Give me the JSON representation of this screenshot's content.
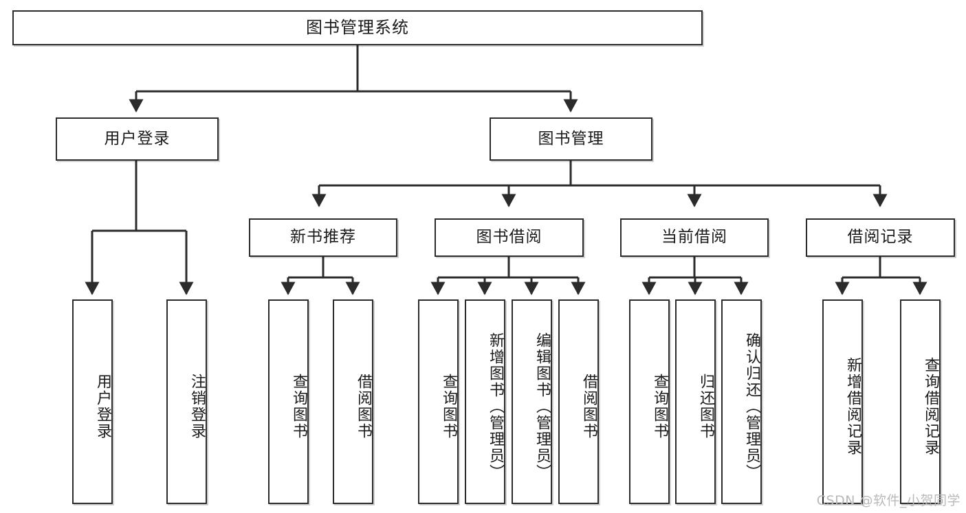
{
  "diagram": {
    "type": "tree",
    "title": "图书管理系统",
    "orientation": "top-down",
    "watermark": "CSDN @软件_小贺同学",
    "colors": {
      "stroke": "#2b2b2b",
      "fill": "#ffffff",
      "text": "#1a1a1a",
      "watermark": "#b9b9b9"
    },
    "nodes": {
      "root": {
        "label": "图书管理系统"
      },
      "level2": [
        {
          "id": "user-login",
          "label": "用户登录"
        },
        {
          "id": "book-manage",
          "label": "图书管理"
        }
      ],
      "level3": [
        {
          "id": "new-book-rec",
          "label": "新书推荐"
        },
        {
          "id": "book-borrow",
          "label": "图书借阅"
        },
        {
          "id": "current-borrow",
          "label": "当前借阅"
        },
        {
          "id": "borrow-record",
          "label": "借阅记录"
        }
      ],
      "leaves": {
        "user-login": [
          {
            "id": "leaf-user-login",
            "label": "用户登录"
          },
          {
            "id": "leaf-user-logout",
            "label": "注销登录"
          }
        ],
        "new-book-rec": [
          {
            "id": "leaf-query-book-1",
            "label": "查询图书"
          },
          {
            "id": "leaf-borrow-book-1",
            "label": "借阅图书"
          }
        ],
        "book-borrow": [
          {
            "id": "leaf-query-book-2",
            "label": "查询图书"
          },
          {
            "id": "leaf-add-book",
            "label": "新增图书（管理员）"
          },
          {
            "id": "leaf-edit-book",
            "label": "编辑图书（管理员）"
          },
          {
            "id": "leaf-borrow-book-2",
            "label": "借阅图书"
          }
        ],
        "current-borrow": [
          {
            "id": "leaf-query-book-3",
            "label": "查询图书"
          },
          {
            "id": "leaf-return-book",
            "label": "归还图书"
          },
          {
            "id": "leaf-confirm-return",
            "label": "确认归还（管理员）"
          }
        ],
        "borrow-record": [
          {
            "id": "leaf-add-record",
            "label": "新增借阅记录"
          },
          {
            "id": "leaf-query-record",
            "label": "查询借阅记录"
          }
        ]
      }
    }
  }
}
